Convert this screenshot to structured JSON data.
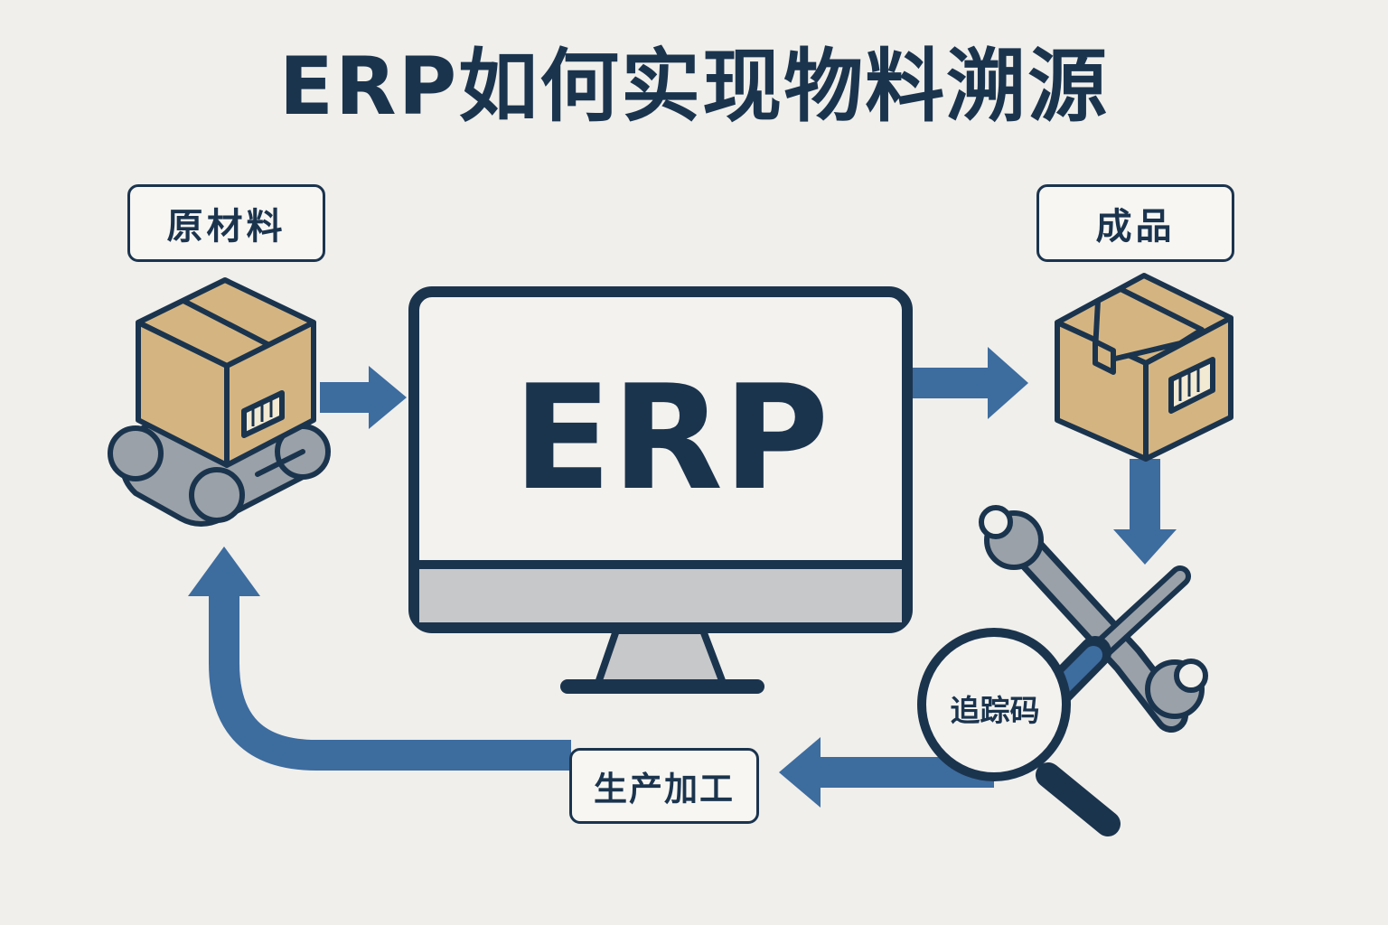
{
  "title": "ERP如何实现物料溯源",
  "labels": {
    "raw_material": "原材料",
    "finished_product": "成品",
    "production": "生产加工",
    "trace_code": "追踪码"
  },
  "monitor": {
    "text": "ERP"
  },
  "colors": {
    "navy": "#1b344e",
    "arrow_blue": "#3d6c9f",
    "box_tan": "#d4b582",
    "tool_gray": "#9aa1a8",
    "background": "#f0efeb"
  },
  "icons": [
    "box-icon",
    "conveyor-icon",
    "monitor-icon",
    "wrench-icon",
    "screwdriver-icon",
    "magnifier-icon",
    "barcode-icon",
    "arrow-icon"
  ]
}
